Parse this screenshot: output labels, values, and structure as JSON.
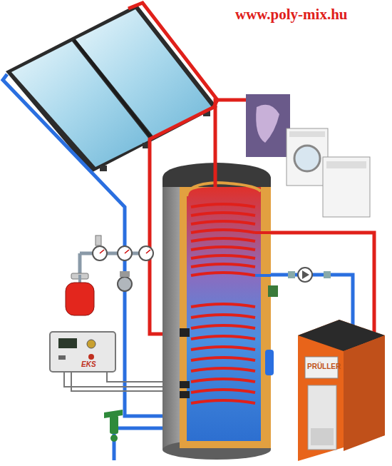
{
  "diagram": {
    "labels": [
      "www.poly-mix.hu",
      "EKS",
      "PRÜLLER"
    ]
  }
}
